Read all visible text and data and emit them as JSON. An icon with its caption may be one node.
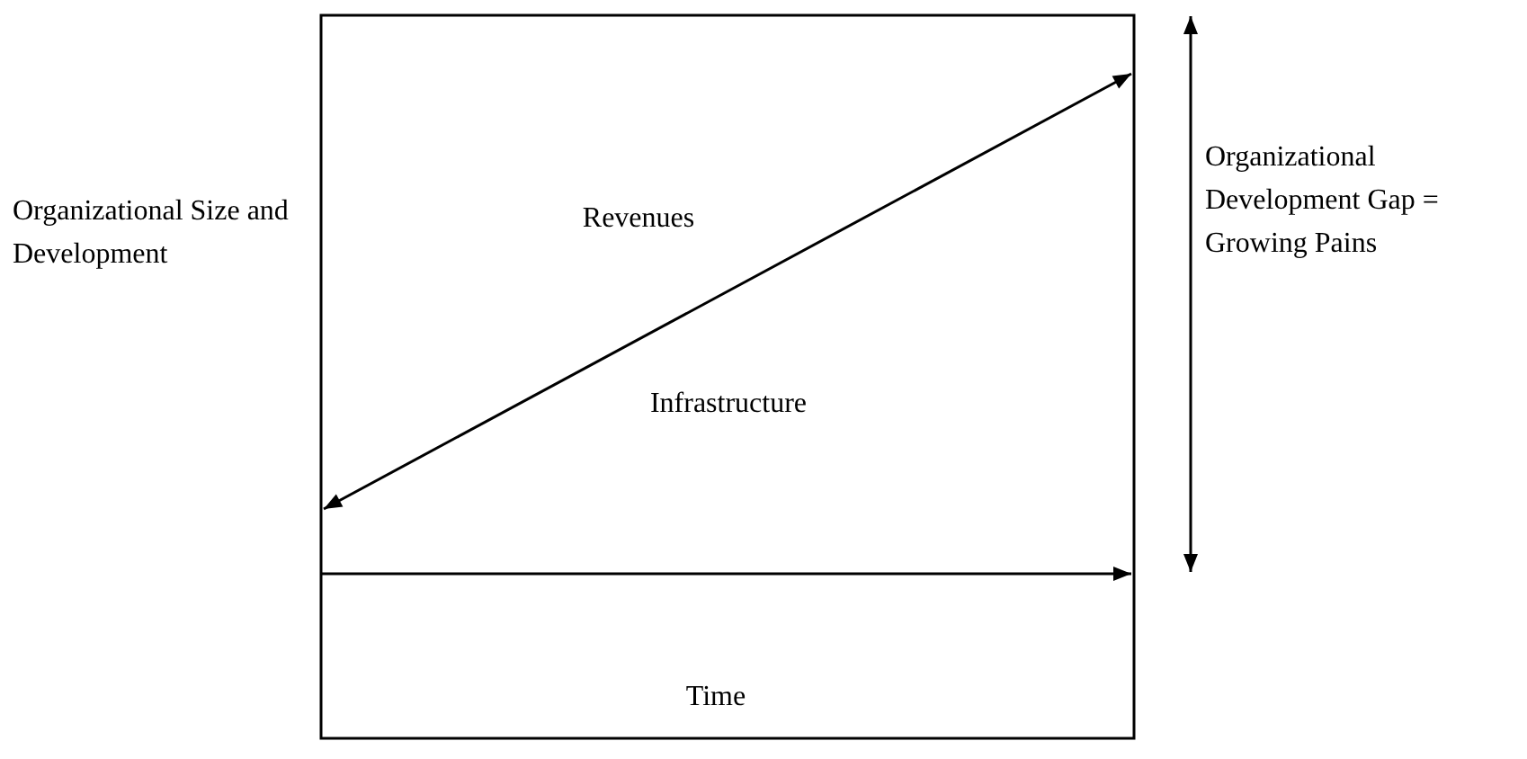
{
  "diagram": {
    "labels": [
      "Organizational Size and Development",
      "Revenues",
      "Infrastructure",
      "Time",
      "Organizational Development Gap = Growing Pains"
    ]
  }
}
